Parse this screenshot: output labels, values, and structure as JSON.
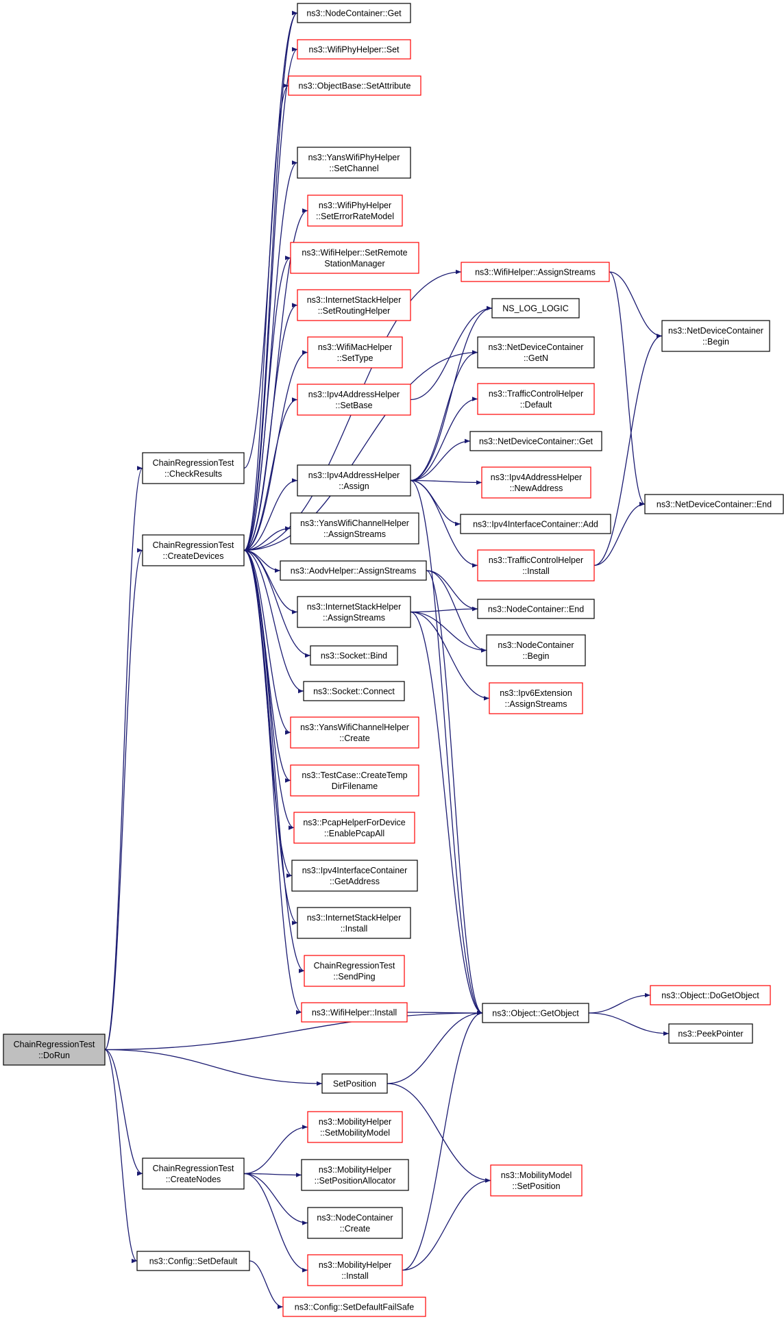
{
  "diagram": {
    "title": "",
    "colors": {
      "edge": "#191970",
      "border_default": "#000000",
      "border_link": "#ff0000",
      "fill_default": "#ffffff",
      "fill_root": "#bfbfbf"
    },
    "nodes": [
      {
        "id": "dorun",
        "lines": [
          "ChainRegressionTest",
          "::DoRun"
        ],
        "border": "black",
        "root": true
      },
      {
        "id": "checkresults",
        "lines": [
          "ChainRegressionTest",
          "::CheckResults"
        ],
        "border": "black"
      },
      {
        "id": "createdevices",
        "lines": [
          "ChainRegressionTest",
          "::CreateDevices"
        ],
        "border": "black"
      },
      {
        "id": "createnodes",
        "lines": [
          "ChainRegressionTest",
          "::CreateNodes"
        ],
        "border": "black"
      },
      {
        "id": "configsetdefault",
        "lines": [
          "ns3::Config::SetDefault"
        ],
        "border": "black"
      },
      {
        "id": "nodecontainerget",
        "lines": [
          "ns3::NodeContainer::Get"
        ],
        "border": "black"
      },
      {
        "id": "wifiphyhelperset",
        "lines": [
          "ns3::WifiPhyHelper::Set"
        ],
        "border": "red"
      },
      {
        "id": "objectbasesetattribute",
        "lines": [
          "ns3::ObjectBase::SetAttribute"
        ],
        "border": "red"
      },
      {
        "id": "yanssetchannel",
        "lines": [
          "ns3::YansWifiPhyHelper",
          "::SetChannel"
        ],
        "border": "black"
      },
      {
        "id": "seterrorratemodel",
        "lines": [
          "ns3::WifiPhyHelper",
          "::SetErrorRateModel"
        ],
        "border": "red"
      },
      {
        "id": "setremotestationmanager",
        "lines": [
          "ns3::WifiHelper::SetRemote",
          "StationManager"
        ],
        "border": "red"
      },
      {
        "id": "setroutinghelper",
        "lines": [
          "ns3::InternetStackHelper",
          "::SetRoutingHelper"
        ],
        "border": "red"
      },
      {
        "id": "wifimacsettype",
        "lines": [
          "ns3::WifiMacHelper",
          "::SetType"
        ],
        "border": "red"
      },
      {
        "id": "ipv4setbase",
        "lines": [
          "ns3::Ipv4AddressHelper",
          "::SetBase"
        ],
        "border": "red"
      },
      {
        "id": "ipv4assign",
        "lines": [
          "ns3::Ipv4AddressHelper",
          "::Assign"
        ],
        "border": "black"
      },
      {
        "id": "yanschannelassignstreams",
        "lines": [
          "ns3::YansWifiChannelHelper",
          "::AssignStreams"
        ],
        "border": "black"
      },
      {
        "id": "aodvassignstreams",
        "lines": [
          "ns3::AodvHelper::AssignStreams"
        ],
        "border": "black"
      },
      {
        "id": "internetassignstreams",
        "lines": [
          "ns3::InternetStackHelper",
          "::AssignStreams"
        ],
        "border": "black"
      },
      {
        "id": "socketbind",
        "lines": [
          "ns3::Socket::Bind"
        ],
        "border": "black"
      },
      {
        "id": "socketconnect",
        "lines": [
          "ns3::Socket::Connect"
        ],
        "border": "black"
      },
      {
        "id": "yanschannelcreate",
        "lines": [
          "ns3::YansWifiChannelHelper",
          "::Create"
        ],
        "border": "red"
      },
      {
        "id": "createtempdir",
        "lines": [
          "ns3::TestCase::CreateTemp",
          "DirFilename"
        ],
        "border": "red"
      },
      {
        "id": "enablepcapall",
        "lines": [
          "ns3::PcapHelperForDevice",
          "::EnablePcapAll"
        ],
        "border": "red"
      },
      {
        "id": "ipv4getaddress",
        "lines": [
          "ns3::Ipv4InterfaceContainer",
          "::GetAddress"
        ],
        "border": "black"
      },
      {
        "id": "internetinstall",
        "lines": [
          "ns3::InternetStackHelper",
          "::Install"
        ],
        "border": "black"
      },
      {
        "id": "sendping",
        "lines": [
          "ChainRegressionTest",
          "::SendPing"
        ],
        "border": "red"
      },
      {
        "id": "wifihelperinstall",
        "lines": [
          "ns3::WifiHelper::Install"
        ],
        "border": "red"
      },
      {
        "id": "setposition",
        "lines": [
          "SetPosition"
        ],
        "border": "black"
      },
      {
        "id": "setmobilitymodel",
        "lines": [
          "ns3::MobilityHelper",
          "::SetMobilityModel"
        ],
        "border": "red"
      },
      {
        "id": "setpositionallocator",
        "lines": [
          "ns3::MobilityHelper",
          "::SetPositionAllocator"
        ],
        "border": "black"
      },
      {
        "id": "nodecontainercreate",
        "lines": [
          "ns3::NodeContainer",
          "::Create"
        ],
        "border": "black"
      },
      {
        "id": "mobilityinstall",
        "lines": [
          "ns3::MobilityHelper",
          "::Install"
        ],
        "border": "red"
      },
      {
        "id": "setdefaultfailsafe",
        "lines": [
          "ns3::Config::SetDefaultFailSafe"
        ],
        "border": "red"
      },
      {
        "id": "wifiassignstreams",
        "lines": [
          "ns3::WifiHelper::AssignStreams"
        ],
        "border": "red"
      },
      {
        "id": "nslog",
        "lines": [
          "NS_LOG_LOGIC"
        ],
        "border": "black"
      },
      {
        "id": "ndcgetn",
        "lines": [
          "ns3::NetDeviceContainer",
          "::GetN"
        ],
        "border": "black"
      },
      {
        "id": "tchdefault",
        "lines": [
          "ns3::TrafficControlHelper",
          "::Default"
        ],
        "border": "red"
      },
      {
        "id": "ndcget",
        "lines": [
          "ns3::NetDeviceContainer::Get"
        ],
        "border": "black"
      },
      {
        "id": "newaddress",
        "lines": [
          "ns3::Ipv4AddressHelper",
          "::NewAddress"
        ],
        "border": "red"
      },
      {
        "id": "ipv4icadd",
        "lines": [
          "ns3::Ipv4InterfaceContainer::Add"
        ],
        "border": "black"
      },
      {
        "id": "tchinstall",
        "lines": [
          "ns3::TrafficControlHelper",
          "::Install"
        ],
        "border": "red"
      },
      {
        "id": "ncend",
        "lines": [
          "ns3::NodeContainer::End"
        ],
        "border": "black"
      },
      {
        "id": "ncbegin",
        "lines": [
          "ns3::NodeContainer",
          "::Begin"
        ],
        "border": "black"
      },
      {
        "id": "ipv6ext",
        "lines": [
          "ns3::Ipv6Extension",
          "::AssignStreams"
        ],
        "border": "red"
      },
      {
        "id": "getobject",
        "lines": [
          "ns3::Object::GetObject"
        ],
        "border": "black"
      },
      {
        "id": "dogetobject",
        "lines": [
          "ns3::Object::DoGetObject"
        ],
        "border": "red"
      },
      {
        "id": "peekpointer",
        "lines": [
          "ns3::PeekPointer"
        ],
        "border": "black"
      },
      {
        "id": "mmsetposition",
        "lines": [
          "ns3::MobilityModel",
          "::SetPosition"
        ],
        "border": "red"
      },
      {
        "id": "ndcbegin",
        "lines": [
          "ns3::NetDeviceContainer",
          "::Begin"
        ],
        "border": "black"
      },
      {
        "id": "ndcend",
        "lines": [
          "ns3::NetDeviceContainer::End"
        ],
        "border": "black"
      }
    ],
    "edges": [
      [
        "dorun",
        "checkresults"
      ],
      [
        "dorun",
        "createdevices"
      ],
      [
        "dorun",
        "getobject"
      ],
      [
        "dorun",
        "setposition"
      ],
      [
        "dorun",
        "createnodes"
      ],
      [
        "dorun",
        "configsetdefault"
      ],
      [
        "checkresults",
        "nodecontainerget"
      ],
      [
        "createdevices",
        "nodecontainerget"
      ],
      [
        "createdevices",
        "wifiphyhelperset"
      ],
      [
        "createdevices",
        "objectbasesetattribute"
      ],
      [
        "createdevices",
        "wifiassignstreams"
      ],
      [
        "createdevices",
        "yanssetchannel"
      ],
      [
        "createdevices",
        "seterrorratemodel"
      ],
      [
        "createdevices",
        "setremotestationmanager"
      ],
      [
        "createdevices",
        "setroutinghelper"
      ],
      [
        "createdevices",
        "wifimacsettype"
      ],
      [
        "createdevices",
        "ipv4setbase"
      ],
      [
        "createdevices",
        "ndcgetn"
      ],
      [
        "createdevices",
        "ipv4assign"
      ],
      [
        "createdevices",
        "yanschannelassignstreams"
      ],
      [
        "createdevices",
        "aodvassignstreams"
      ],
      [
        "createdevices",
        "internetassignstreams"
      ],
      [
        "createdevices",
        "socketbind"
      ],
      [
        "createdevices",
        "socketconnect"
      ],
      [
        "createdevices",
        "yanschannelcreate"
      ],
      [
        "createdevices",
        "createtempdir"
      ],
      [
        "createdevices",
        "enablepcapall"
      ],
      [
        "createdevices",
        "ipv4getaddress"
      ],
      [
        "createdevices",
        "internetinstall"
      ],
      [
        "createdevices",
        "sendping"
      ],
      [
        "createdevices",
        "wifihelperinstall"
      ],
      [
        "ipv4setbase",
        "nslog"
      ],
      [
        "ipv4assign",
        "nslog"
      ],
      [
        "ipv4assign",
        "ndcgetn"
      ],
      [
        "ipv4assign",
        "tchdefault"
      ],
      [
        "ipv4assign",
        "ndcget"
      ],
      [
        "ipv4assign",
        "newaddress"
      ],
      [
        "ipv4assign",
        "ipv4icadd"
      ],
      [
        "ipv4assign",
        "tchinstall"
      ],
      [
        "ipv4assign",
        "getobject"
      ],
      [
        "aodvassignstreams",
        "ncend"
      ],
      [
        "aodvassignstreams",
        "ncbegin"
      ],
      [
        "aodvassignstreams",
        "getobject"
      ],
      [
        "internetassignstreams",
        "ncend"
      ],
      [
        "internetassignstreams",
        "ncbegin"
      ],
      [
        "internetassignstreams",
        "ipv6ext"
      ],
      [
        "internetassignstreams",
        "getobject"
      ],
      [
        "wifiassignstreams",
        "ndcbegin"
      ],
      [
        "wifiassignstreams",
        "ndcend"
      ],
      [
        "tchinstall",
        "ndcbegin"
      ],
      [
        "tchinstall",
        "ndcend"
      ],
      [
        "wifihelperinstall",
        "getobject"
      ],
      [
        "getobject",
        "dogetobject"
      ],
      [
        "getobject",
        "peekpointer"
      ],
      [
        "setposition",
        "getobject"
      ],
      [
        "setposition",
        "mmsetposition"
      ],
      [
        "createnodes",
        "setmobilitymodel"
      ],
      [
        "createnodes",
        "setpositionallocator"
      ],
      [
        "createnodes",
        "nodecontainercreate"
      ],
      [
        "createnodes",
        "mobilityinstall"
      ],
      [
        "mobilityinstall",
        "mmsetposition"
      ],
      [
        "mobilityinstall",
        "getobject"
      ],
      [
        "configsetdefault",
        "setdefaultfailsafe"
      ]
    ]
  }
}
